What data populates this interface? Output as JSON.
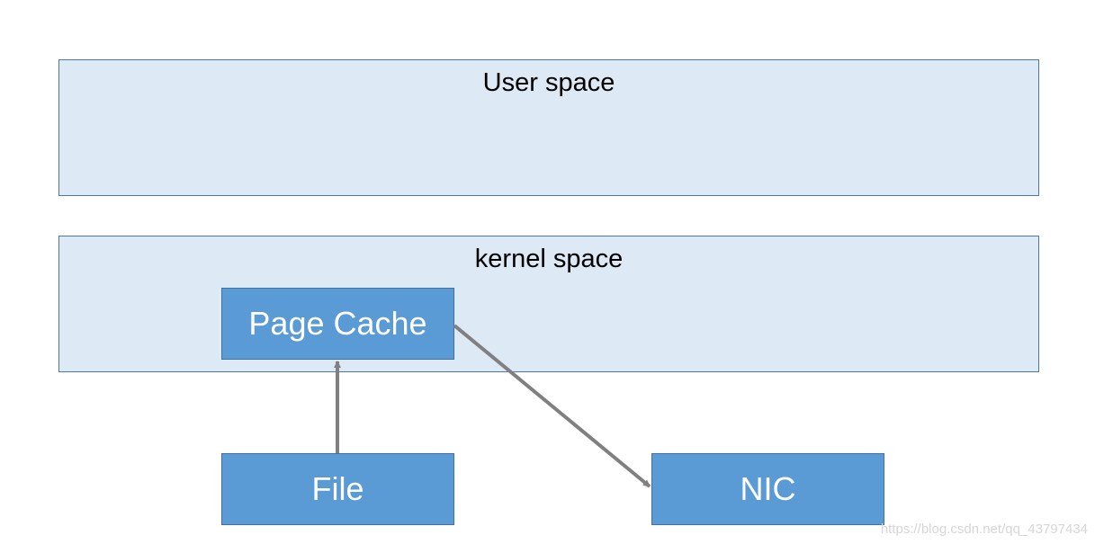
{
  "regions": {
    "user_space": "User space",
    "kernel_space": "kernel space"
  },
  "nodes": {
    "page_cache": "Page Cache",
    "file": "File",
    "nic": "NIC"
  },
  "edges": [
    {
      "from": "File",
      "to": "Page Cache"
    },
    {
      "from": "Page Cache",
      "to": "NIC"
    }
  ],
  "watermark": "https://blog.csdn.net/qq_43797434",
  "colors": {
    "region_fill": "#dee9f6",
    "region_border": "#4a77a8",
    "node_fill": "#5b9bd5",
    "node_border": "#41719c",
    "arrow": "#808080"
  }
}
